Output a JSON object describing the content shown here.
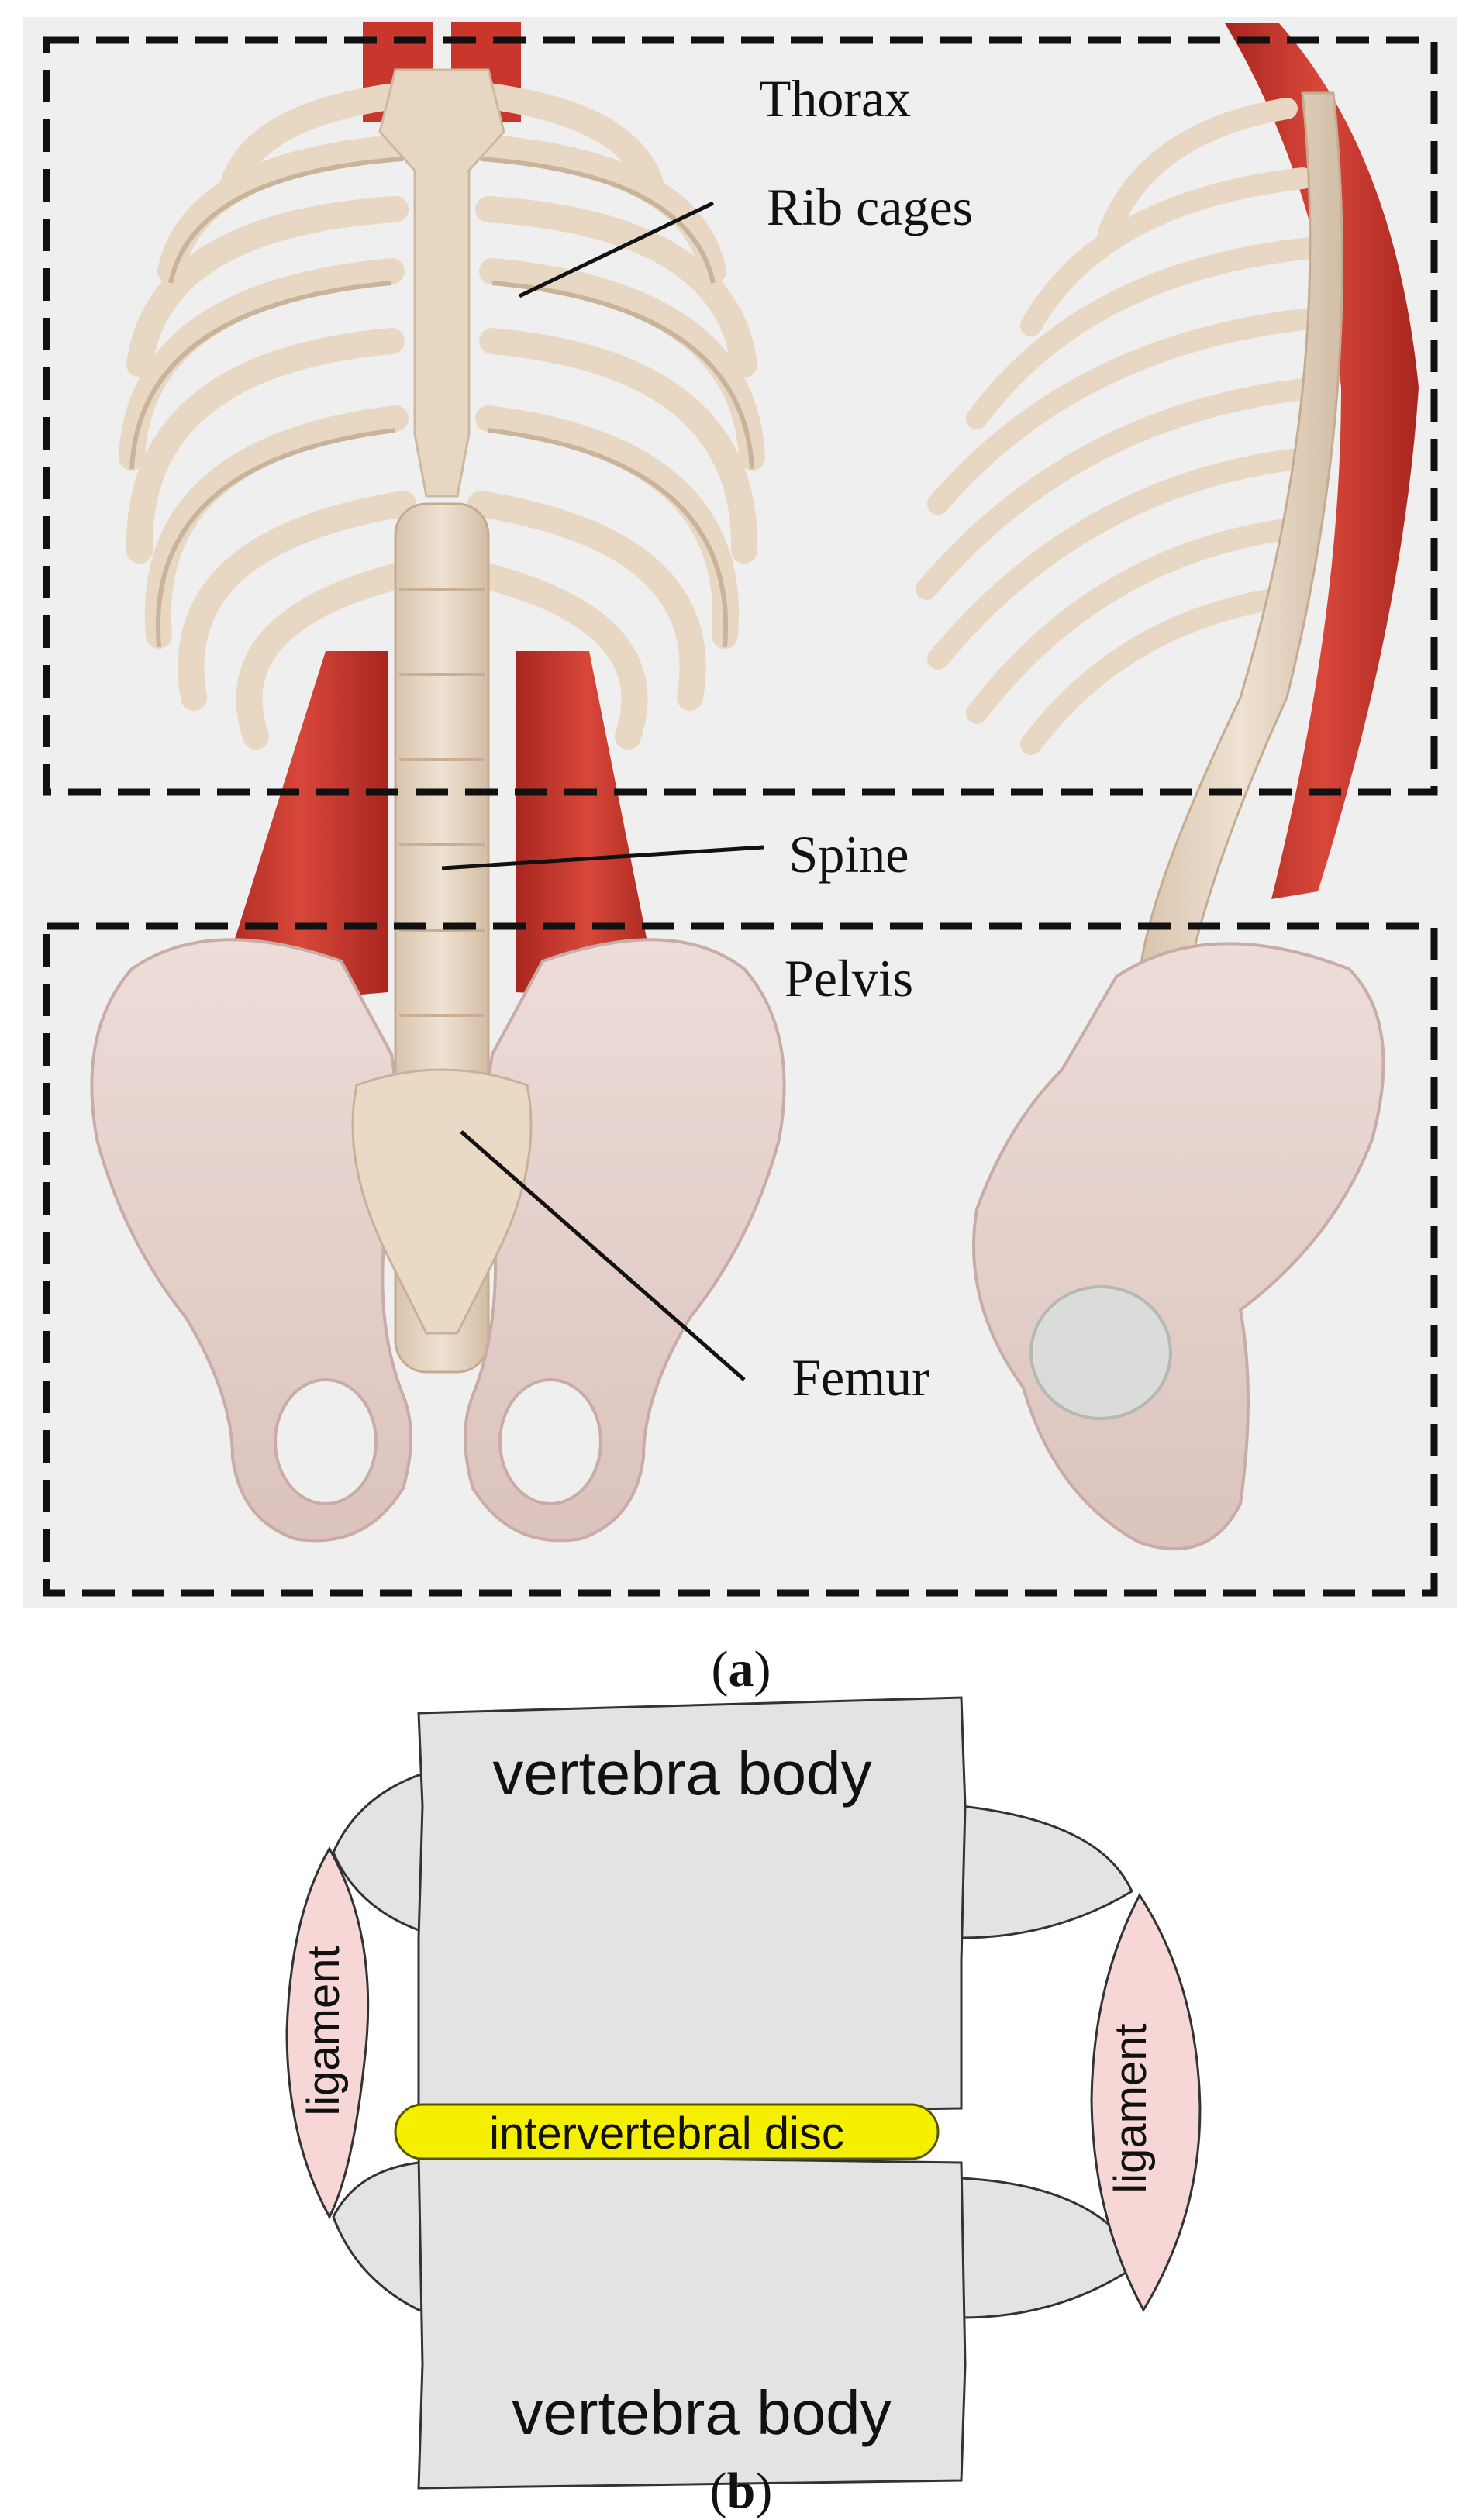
{
  "panel_a": {
    "labels": {
      "thorax": "Thorax",
      "rib_cages": "Rib cages",
      "spine": "Spine",
      "pelvis": "Pelvis",
      "femur": "Femur"
    },
    "caption_open": "(",
    "caption_letter": "a",
    "caption_close": ")"
  },
  "panel_b": {
    "labels": {
      "vertebra_top": "vertebra body",
      "vertebra_bottom": "vertebra body",
      "disc": "intervertebral disc",
      "ligament_left": "ligament",
      "ligament_right": "ligament"
    },
    "caption_open": "(",
    "caption_letter": "b",
    "caption_close": ")"
  },
  "colors": {
    "panel_bg": "#efefef",
    "bone": "#e9d9c6",
    "bone_shade": "#cdb8a0",
    "muscle": "#c8362c",
    "dash_box": "#111111",
    "vertebra_fill": "#e3e3e3",
    "disc_fill": "#f4f000",
    "ligament_fill": "#f7d6d6"
  }
}
